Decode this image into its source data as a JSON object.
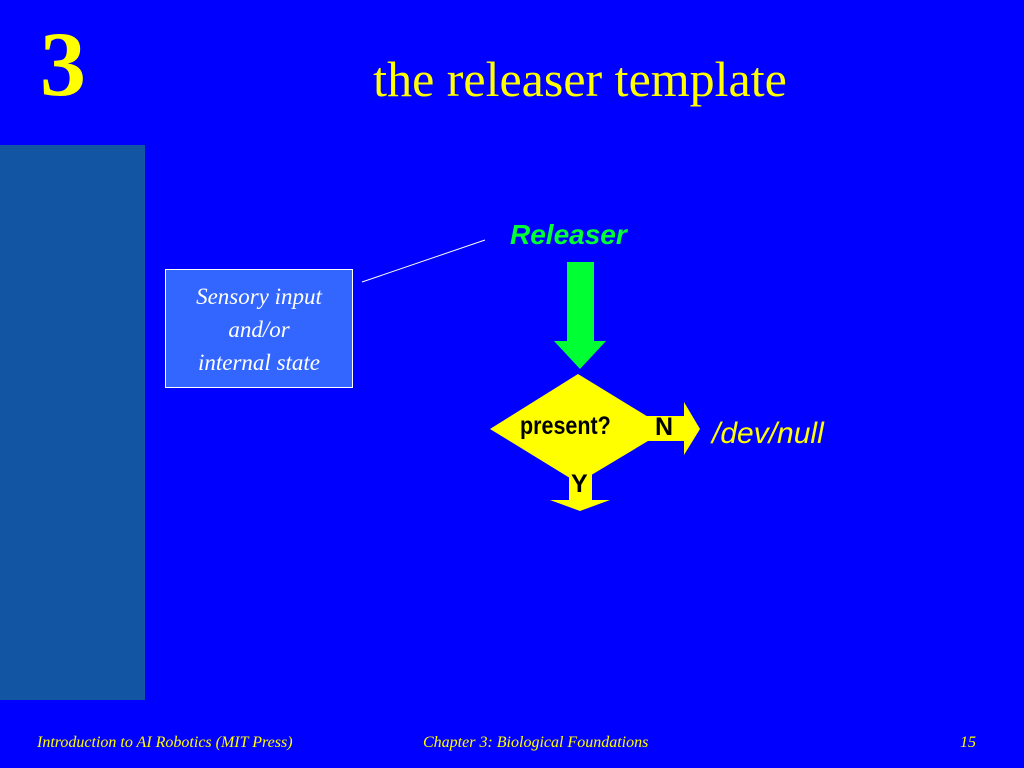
{
  "header": {
    "chapter_number": "3",
    "title": "the releaser template"
  },
  "diagram": {
    "input_box_lines": [
      "Sensory input",
      "and/or",
      "internal state"
    ],
    "releaser_label": "Releaser",
    "decision_label": "present?",
    "no_label": "N",
    "yes_label": "Y",
    "no_target": "/dev/null"
  },
  "footer": {
    "left": "Introduction to AI Robotics (MIT Press)",
    "center": "Chapter 3: Biological Foundations",
    "page_number": "15"
  },
  "colors": {
    "background": "#0000ff",
    "side_bar": "#1155a3",
    "title_text": "#ffff00",
    "input_box_fill": "#3366ff",
    "releaser_arrow": "#00ff33",
    "decision_diamond": "#ffff00"
  }
}
